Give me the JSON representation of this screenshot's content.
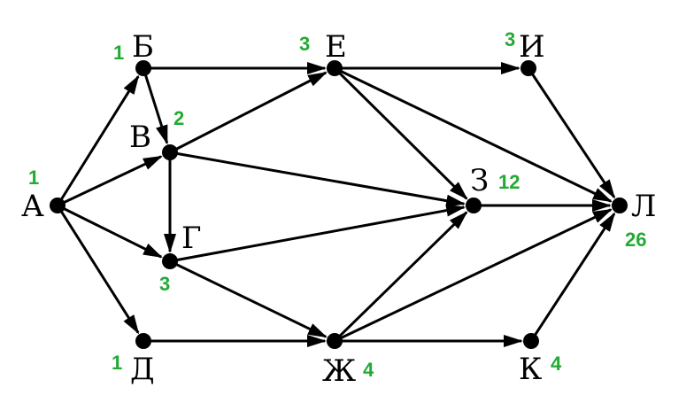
{
  "colors": {
    "edge": "#000000",
    "node": "#000000",
    "count": "#22aa33"
  },
  "nodes": [
    {
      "id": "A",
      "label": "А",
      "count": "1"
    },
    {
      "id": "B",
      "label": "Б",
      "count": "1"
    },
    {
      "id": "V",
      "label": "В",
      "count": "2"
    },
    {
      "id": "G",
      "label": "Г",
      "count": "3"
    },
    {
      "id": "D",
      "label": "Д",
      "count": "1"
    },
    {
      "id": "E",
      "label": "Е",
      "count": "3"
    },
    {
      "id": "Zh",
      "label": "Ж",
      "count": "4"
    },
    {
      "id": "Z",
      "label": "З",
      "count": "12"
    },
    {
      "id": "I",
      "label": "И",
      "count": "3"
    },
    {
      "id": "K",
      "label": "К",
      "count": "4"
    },
    {
      "id": "L",
      "label": "Л",
      "count": "26"
    }
  ],
  "edges": [
    {
      "from": "A",
      "to": "B"
    },
    {
      "from": "A",
      "to": "V"
    },
    {
      "from": "A",
      "to": "G"
    },
    {
      "from": "A",
      "to": "D"
    },
    {
      "from": "B",
      "to": "V"
    },
    {
      "from": "B",
      "to": "E"
    },
    {
      "from": "V",
      "to": "E"
    },
    {
      "from": "V",
      "to": "G"
    },
    {
      "from": "V",
      "to": "Z"
    },
    {
      "from": "G",
      "to": "Z"
    },
    {
      "from": "G",
      "to": "Zh"
    },
    {
      "from": "D",
      "to": "Zh"
    },
    {
      "from": "E",
      "to": "I"
    },
    {
      "from": "E",
      "to": "Z"
    },
    {
      "from": "E",
      "to": "L"
    },
    {
      "from": "Zh",
      "to": "Z"
    },
    {
      "from": "Zh",
      "to": "L"
    },
    {
      "from": "Zh",
      "to": "K"
    },
    {
      "from": "Z",
      "to": "L"
    },
    {
      "from": "I",
      "to": "L"
    },
    {
      "from": "K",
      "to": "L"
    }
  ]
}
